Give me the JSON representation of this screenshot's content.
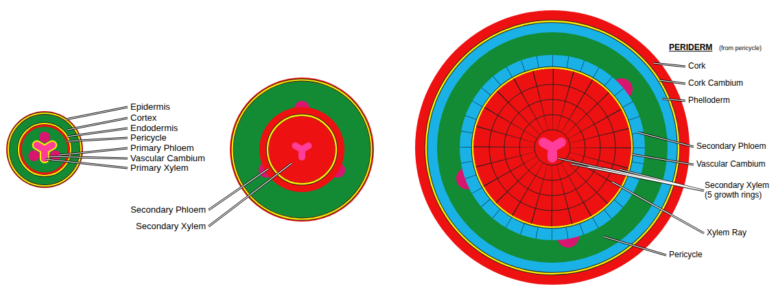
{
  "diagram": {
    "labels": [
      "Epidermis",
      "Cortex",
      "Endodermis",
      "Pericycle",
      "Primary Phloem",
      "Vascular Cambium",
      "Primary Xylem",
      "Secondary Phloem",
      "Secondary Xylem",
      "PERIDERM",
      "(from pericycle)",
      "Cork",
      "Cork Cambium",
      "Phelloderm",
      "Secondary Phloem",
      "Vascular Cambium",
      "Secondary Xylem (5 growth rings)",
      "Xylem Ray",
      "Pericycle"
    ]
  }
}
